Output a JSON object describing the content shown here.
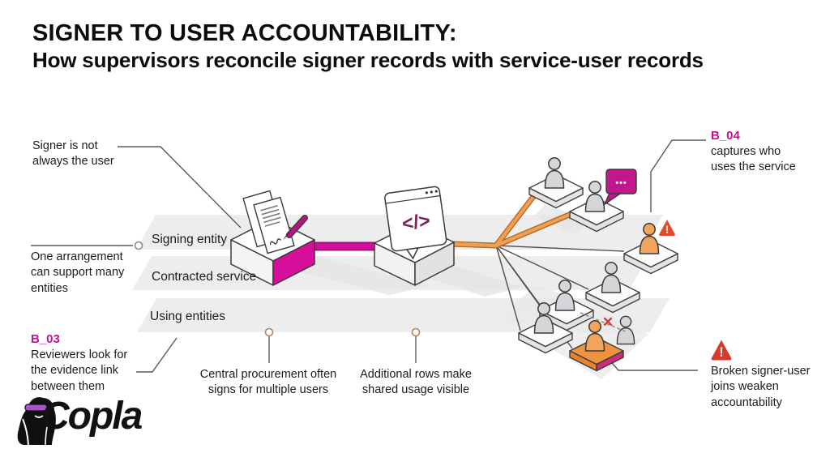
{
  "header": {
    "title": "SIGNER TO USER ACCOUNTABILITY:",
    "subtitle": "How supervisors reconcile signer records with service-user records"
  },
  "bands": [
    {
      "label": "Signing entity"
    },
    {
      "label": "Contracted service"
    },
    {
      "label": "Using entities"
    }
  ],
  "annotations": {
    "signer_not_user": "Signer is not\nalways the user",
    "one_arrangement": "One arrangement\ncan support many\nentities",
    "b03_label": "B_03",
    "b03_text": "Reviewers look for\nthe evidence link\nbetween them",
    "b04_label": "B_04",
    "b04_text": "captures who\nuses the service",
    "central_procurement": "Central procurement often\nsigns for multiple users",
    "additional_rows": "Additional rows make\nshared usage visible",
    "broken_joins": "Broken signer-user\njoins weaken\naccountability"
  },
  "icons": {
    "warning_glyph": "!",
    "cross_glyph": "✕",
    "ellipsis_dots": "•••",
    "code_glyph": "</>"
  },
  "logo": {
    "text": "Copla"
  },
  "colors": {
    "magenta": "#d0109a",
    "magenta_dark": "#a50c78",
    "orange_line": "#f0a050",
    "orange_line_dark": "#b06c28",
    "orange_person": "#f2a45c",
    "band_gray": "#ededed",
    "person_gray": "#d6d6da",
    "warning_red": "#e2492f",
    "warning_red_dark": "#d73a2c",
    "label_magenta": "#c2148e"
  }
}
